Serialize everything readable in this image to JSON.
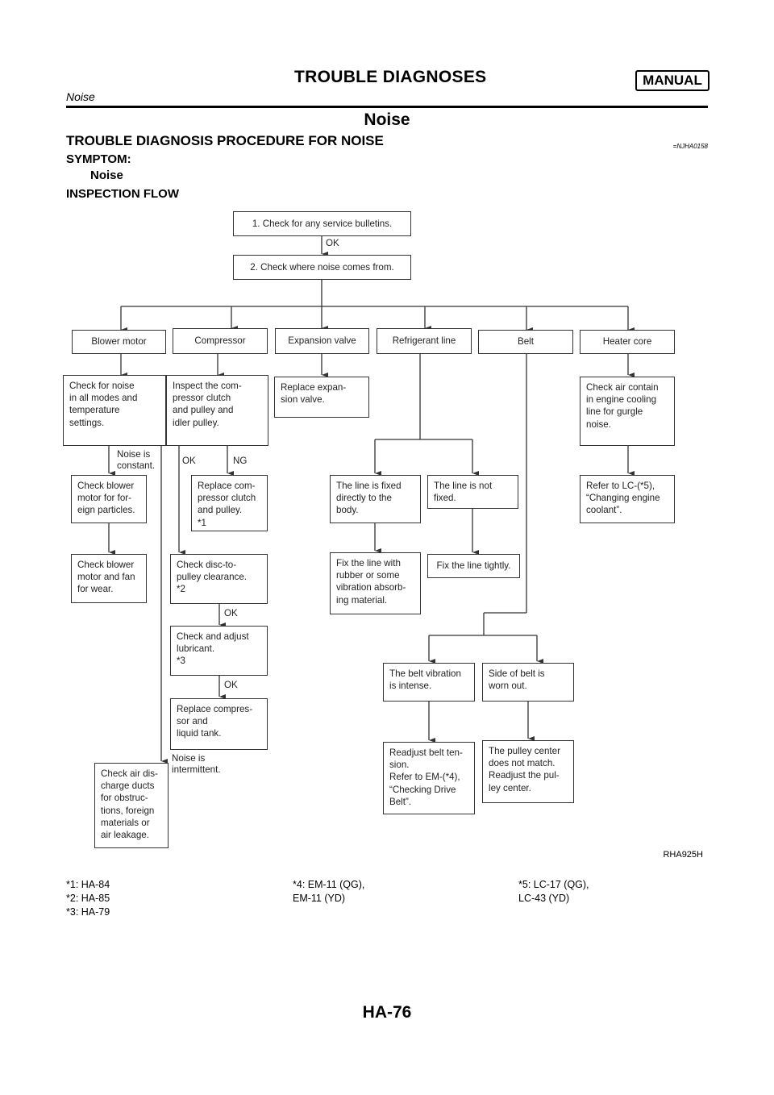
{
  "header": {
    "title": "TROUBLE DIAGNOSES",
    "badge": "MANUAL",
    "subtitle": "Noise"
  },
  "page_title": "Noise",
  "section_title": "TROUBLE DIAGNOSIS PROCEDURE FOR NOISE",
  "section_ref": "=NJHA0158",
  "symptom_label": "SYMPTOM:",
  "symptom_value": "Noise",
  "flow_title": "INSPECTION FLOW",
  "flow": {
    "step1": "1. Check for any service bulletins.",
    "step2": "2. Check where noise comes from.",
    "ok": "OK",
    "ng": "NG",
    "categories": {
      "blower": "Blower motor",
      "compressor": "Compressor",
      "expansion": "Expansion valve",
      "refrigerant": "Refrigerant line",
      "belt": "Belt",
      "heater": "Heater core"
    },
    "blower": {
      "check_noise": "Check for noise\nin all modes and\ntemperature\nsettings.",
      "constant": "Noise is\nconstant.",
      "foreign": "Check blower\nmotor for for-\neign particles.",
      "wear": "Check blower\nmotor and fan\nfor wear.",
      "intermittent": "Noise is\nintermittent.",
      "ducts": "Check air dis-\ncharge ducts\nfor obstruc-\ntions, foreign\nmaterials or\nair leakage."
    },
    "compressor": {
      "inspect": "Inspect the com-\npressor clutch\nand pulley and\nidler pulley.",
      "replace_clutch": "Replace com-\npressor clutch\nand pulley.\n*1",
      "disc": "Check disc-to-\npulley clearance.\n*2",
      "lubricant": "Check and adjust\nlubricant.\n*3",
      "replace_comp": "Replace compres-\nsor and\nliquid tank."
    },
    "expansion": {
      "replace": "Replace expan-\nsion valve."
    },
    "refrigerant": {
      "fixed": "The line is fixed\ndirectly to the\nbody.",
      "not_fixed": "The line is not\nfixed.",
      "fix_rubber": "Fix the line with\nrubber or some\nvibration absorb-\ning material.",
      "fix_tight": "Fix the line tightly."
    },
    "belt": {
      "intense": "The belt vibration\nis intense.",
      "worn": "Side of belt is\nworn out.",
      "readjust": "Readjust belt ten-\nsion.\nRefer to EM-(*4),\n“Checking Drive\nBelt”.",
      "pulley": "The pulley center\ndoes not match.\nReadjust the pul-\nley center."
    },
    "heater": {
      "check_air": "Check air contain\nin engine cooling\nline for gurgle\nnoise.",
      "refer": "Refer to LC-(*5),\n“Changing engine\ncoolant”."
    }
  },
  "figure_code": "RHA925H",
  "footnotes": {
    "col1": "*1: HA-84\n*2: HA-85\n*3: HA-79",
    "col2": "*4: EM-11 (QG),\n       EM-11 (YD)",
    "col3": "*5: LC-17 (QG),\n       LC-43 (YD)"
  },
  "page_number": "HA-76"
}
